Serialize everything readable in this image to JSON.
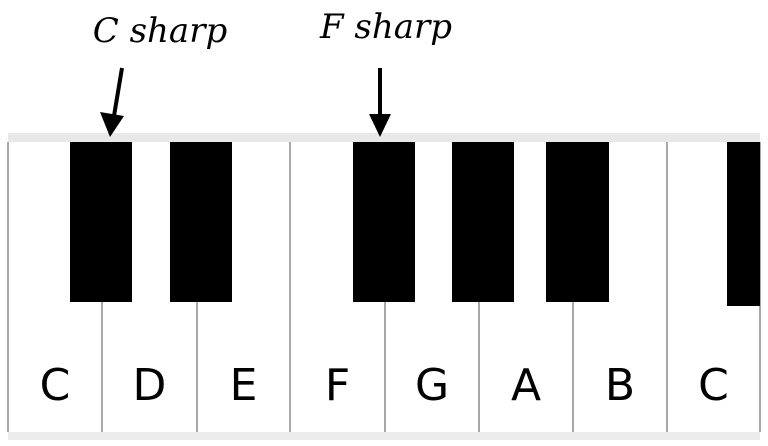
{
  "annotations": [
    {
      "text": "C sharp",
      "target": "C#"
    },
    {
      "text": "F sharp",
      "target": "F#"
    }
  ],
  "white_keys": [
    "C",
    "D",
    "E",
    "F",
    "G",
    "A",
    "B",
    "C"
  ],
  "black_keys": [
    "C#",
    "D#",
    "F#",
    "G#",
    "A#",
    "C#"
  ],
  "colors": {
    "white_key": "#ffffff",
    "black_key": "#000000",
    "frame": "#e8e8e8",
    "divider": "#a8a8a8"
  }
}
